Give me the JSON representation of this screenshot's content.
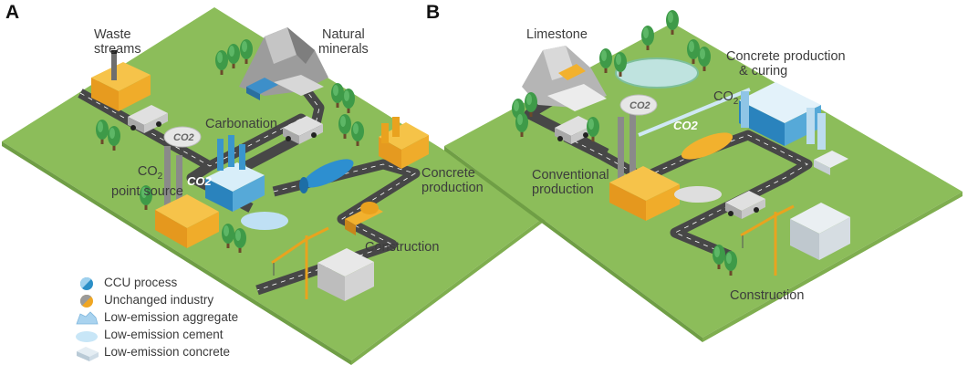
{
  "panels": [
    {
      "letter": "A"
    },
    {
      "letter": "B"
    }
  ],
  "panel_a": {
    "waste_streams": [
      "Waste",
      "streams"
    ],
    "natural_minerals": [
      "Natural",
      "minerals"
    ],
    "carbonation": "Carbonation",
    "co2_point_source": [
      "CO",
      "2",
      " point source"
    ],
    "concrete_production": [
      "Concrete",
      "production"
    ],
    "construction": "Construction",
    "cloud_tag": "CO2",
    "flow_tag": "CO2"
  },
  "panel_b": {
    "limestone": "Limestone",
    "concrete_curing": [
      "Concrete production",
      "& curing"
    ],
    "co2_label": [
      "CO",
      "2"
    ],
    "conventional_production": [
      "Conventional",
      "production"
    ],
    "construction": "Construction",
    "cloud_tag": "CO2",
    "pipe_tag": "CO2"
  },
  "legend": [
    {
      "label": "CCU process",
      "icon": "ccu-process-icon"
    },
    {
      "label": "Unchanged industry",
      "icon": "unchanged-industry-icon"
    },
    {
      "label": "Low-emission aggregate",
      "icon": "aggregate-icon"
    },
    {
      "label": "Low-emission cement",
      "icon": "cement-icon"
    },
    {
      "label": "Low-emission concrete",
      "icon": "concrete-icon"
    }
  ],
  "colors": {
    "grass": "#8cbd5a",
    "grass_edge": "#6f9e45",
    "road": "#4a4a4a",
    "industry_orange": "#f0a623",
    "ccu_blue": "#2b8fc7",
    "tree": "#3f9a4a",
    "rock": "#9a9a9a"
  }
}
